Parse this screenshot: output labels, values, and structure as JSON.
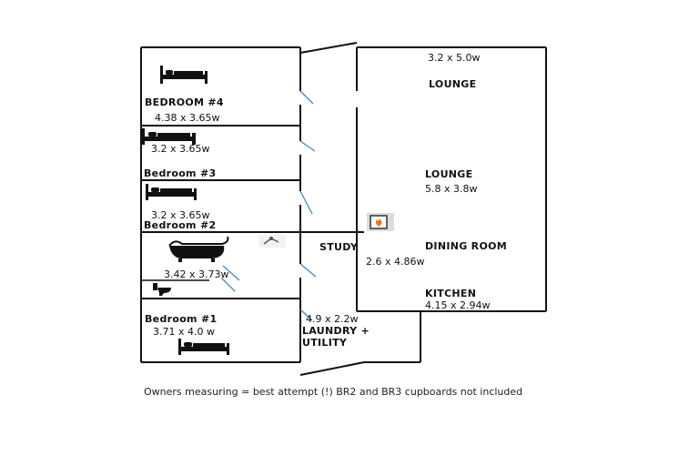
{
  "rooms": {
    "bedroom4": {
      "name": "BEDROOM  #4",
      "size": "4.38 x 3.65w"
    },
    "bedroom3": {
      "name": "Bedroom #3",
      "size": "3.2 x 3.65w"
    },
    "bedroom2": {
      "name": "Bedroom #2",
      "size": "3.2 x 3.65w"
    },
    "bathroom": {
      "size": "3.42 x 3.73w"
    },
    "bedroom1": {
      "name": "Bedroom #1",
      "size": "3.71 x 4.0 w"
    },
    "lounge_top": {
      "name": "LOUNGE",
      "size": "3.2 x 5.0w"
    },
    "lounge": {
      "name": "LOUNGE",
      "size": "5.8 x 3.8w"
    },
    "study": {
      "name": "STUDY",
      "size": "2.6 x 4.86w"
    },
    "dining": {
      "name": "DINING ROOM"
    },
    "kitchen": {
      "name": "KITCHEN",
      "size": "4.15 x 2.94w"
    },
    "laundry": {
      "name_line1": "LAUNDRY +",
      "name_line2": "UTILITY",
      "size": "4.9 x 2.2w"
    }
  },
  "note": "Owners measuring = best attempt (!)  BR2 and BR3 cupboards not included",
  "icons": [
    "bed-icon",
    "bathtub-icon",
    "toilet-icon",
    "fireplace-icon",
    "tap-icon"
  ]
}
